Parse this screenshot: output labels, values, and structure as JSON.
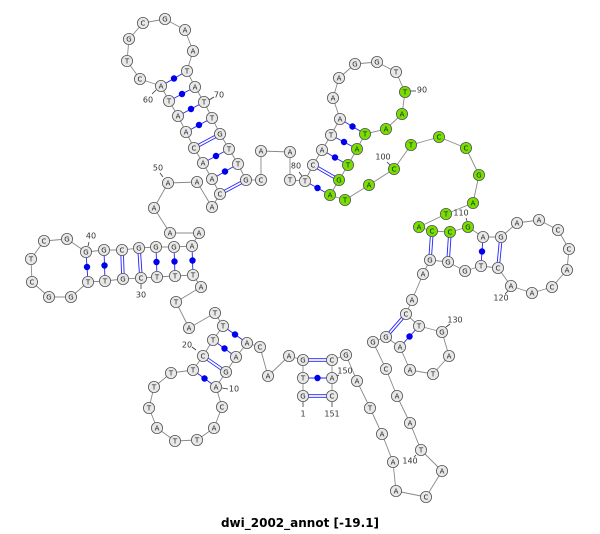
{
  "title": "dwi_2002_annot [-19.1]",
  "sequence": "GTGAACAAGACATTATTTTCTTTATATTTCGTTGGCTCGGGCGGGAAAAAAACAACAATACTGCGAATATTGTTGCAATTCATAAAGGTTAATATGATACTCCGATACCGAGAACCACAACTGGGAACTGATAAGGCAATACAAATAGCAC",
  "highlight_range": [
    90,
    110
  ],
  "colors": {
    "highlight": "#77e000",
    "pair": "#2020ff",
    "nucleotide": "#e8e8e8"
  },
  "pairs": [
    [
      1,
      151,
      "double"
    ],
    [
      2,
      150,
      "dot"
    ],
    [
      3,
      149,
      "double"
    ],
    [
      7,
      22,
      "dot"
    ],
    [
      8,
      21,
      "dot"
    ],
    [
      9,
      20,
      "double"
    ],
    [
      10,
      19,
      "dot"
    ],
    [
      27,
      46,
      "dot"
    ],
    [
      28,
      45,
      "dot"
    ],
    [
      29,
      44,
      "dot"
    ],
    [
      30,
      43,
      "double"
    ],
    [
      31,
      42,
      "double"
    ],
    [
      32,
      41,
      "dot"
    ],
    [
      33,
      40,
      "dot"
    ],
    [
      53,
      75,
      "double"
    ],
    [
      54,
      74,
      "dot"
    ],
    [
      55,
      73,
      "dot"
    ],
    [
      56,
      72,
      "double"
    ],
    [
      57,
      71,
      "dot"
    ],
    [
      58,
      70,
      "dot"
    ],
    [
      59,
      69,
      "dot"
    ],
    [
      60,
      68,
      "dot"
    ],
    [
      80,
      97,
      "dot"
    ],
    [
      81,
      96,
      "double"
    ],
    [
      82,
      95,
      "dot"
    ],
    [
      83,
      94,
      "dot"
    ],
    [
      84,
      93,
      "dot"
    ],
    [
      108,
      125,
      "double"
    ],
    [
      109,
      124,
      "double"
    ],
    [
      111,
      122,
      "dot"
    ],
    [
      112,
      121,
      "double"
    ],
    [
      128,
      135,
      "double"
    ],
    [
      129,
      134,
      "dot"
    ]
  ],
  "position_labels": [
    "1",
    "10",
    "20",
    "30",
    "40",
    "50",
    "60",
    "70",
    "80",
    "90",
    "100",
    "110",
    "120",
    "130",
    "140",
    "150",
    "151"
  ]
}
